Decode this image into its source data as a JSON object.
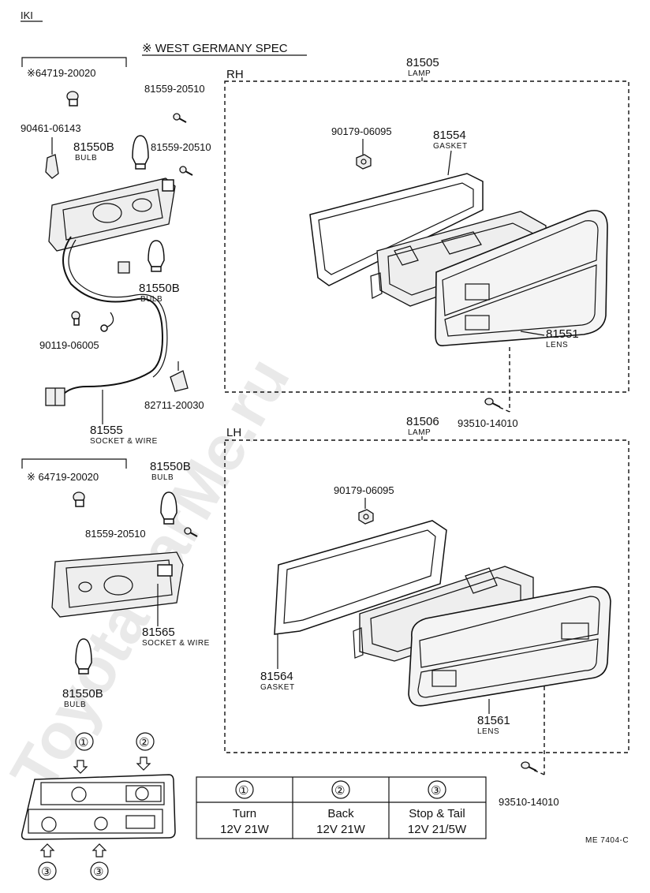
{
  "corner_label": "IKI",
  "spec_header": "※ WEST GERMANY SPEC",
  "ref_code": "ME 7404-C",
  "watermark": "ToyotaCarMe.ru",
  "rh": {
    "side": "RH",
    "lamp_no": "81505",
    "lamp_name": "LAMP",
    "gasket_no": "81554",
    "gasket_name": "GASKET",
    "nut_no": "90179-06095",
    "lens_no": "81551",
    "lens_name": "LENS",
    "screw_no": "93510-14010"
  },
  "lh": {
    "side": "LH",
    "lamp_no": "81506",
    "lamp_name": "LAMP",
    "nut_no": "90179-06095",
    "gasket_no": "81564",
    "gasket_name": "GASKET",
    "lens_no": "81561",
    "lens_name": "LENS",
    "screw_no": "93510-14010"
  },
  "upper_left": {
    "spec_part": "※64719-20020",
    "clip": "90461-06143",
    "bulb_top_no": "81550B",
    "bulb_top_name": "BULB",
    "screw_a": "81559-20510",
    "screw_b": "81559-20510",
    "bulb_mid_no": "81550B",
    "bulb_mid_name": "BULB",
    "bolt": "90119-06005",
    "clamp": "82711-20030",
    "socket_no": "81555",
    "socket_name": "SOCKET & WIRE"
  },
  "lower_left": {
    "spec_part": "※ 64719-20020",
    "bulb_top_no": "81550B",
    "bulb_top_name": "BULB",
    "screw": "81559-20510",
    "socket_no": "81565",
    "socket_name": "SOCKET & WIRE",
    "bulb_bot_no": "81550B",
    "bulb_bot_name": "BULB"
  },
  "callouts": [
    "①",
    "②",
    "③",
    "③"
  ],
  "bulb_table": [
    {
      "num": "①",
      "use": "Turn",
      "spec": "12V 21W"
    },
    {
      "num": "②",
      "use": "Back",
      "spec": "12V 21W"
    },
    {
      "num": "③",
      "use": "Stop & Tail",
      "spec": "12V 21/5W"
    }
  ]
}
